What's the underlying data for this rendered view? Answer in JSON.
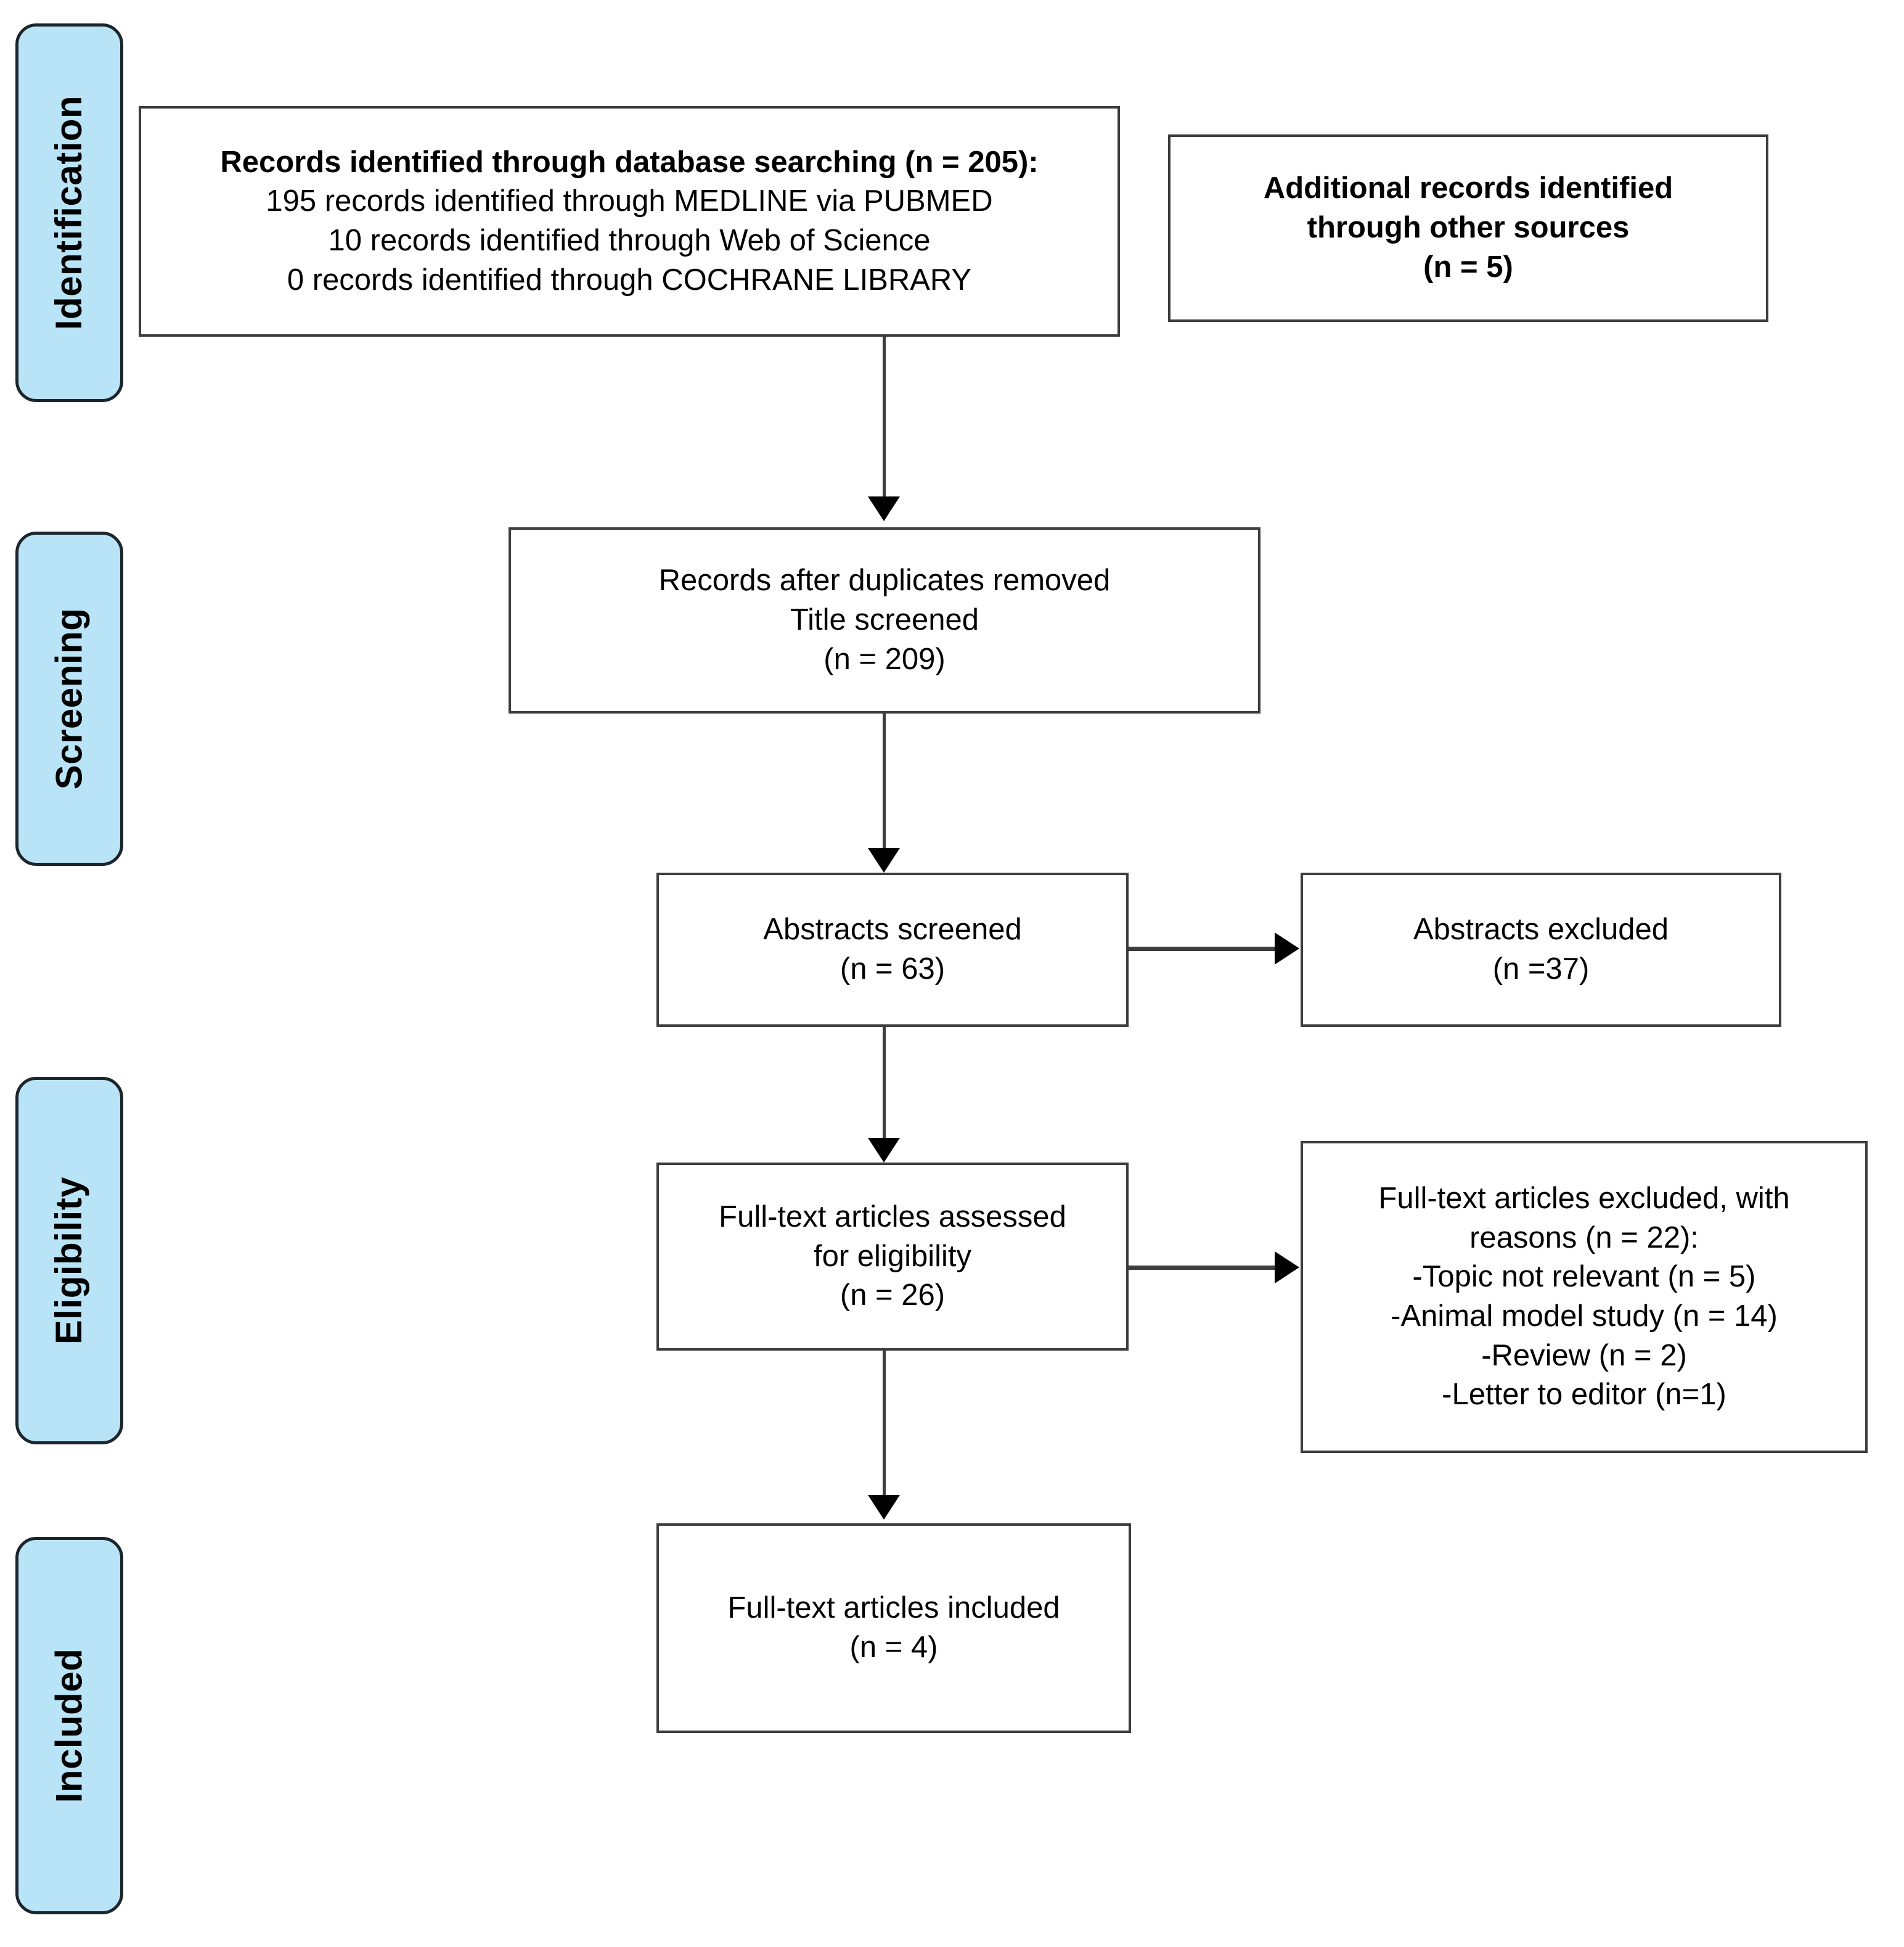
{
  "diagram": {
    "title": "PRISMA flow diagram",
    "accent_color": "#b9e4f7",
    "border_color": "#3d3d3d",
    "label_border_color": "#1d252b"
  },
  "stages": [
    {
      "id": "identification",
      "label": "Identification"
    },
    {
      "id": "screening",
      "label": "Screening"
    },
    {
      "id": "eligibility",
      "label": "Eligibility"
    },
    {
      "id": "included",
      "label": "Included"
    }
  ],
  "boxes": {
    "database_search": {
      "lines": [
        "Records identified through database searching (n = 205):",
        "195 records identified through MEDLINE via PUBMED",
        "10 records identified through Web of Science",
        "0 records identified through COCHRANE LIBRARY"
      ]
    },
    "other_sources": {
      "lines": [
        "Additional records identified",
        "through other sources",
        "(n = 5)"
      ]
    },
    "duplicates_removed": {
      "lines": [
        "Records after duplicates removed",
        "Title screened",
        "(n = 209)"
      ]
    },
    "abstracts_screened": {
      "lines": [
        "Abstracts screened",
        "(n = 63)"
      ]
    },
    "abstracts_excluded": {
      "lines": [
        "Abstracts excluded",
        "(n =37)"
      ]
    },
    "fulltext_assessed": {
      "lines": [
        "Full-text articles assessed",
        "for eligibility",
        "(n = 26)"
      ]
    },
    "fulltext_excluded": {
      "lines": [
        "Full-text articles excluded, with",
        "reasons (n = 22):",
        "-Topic not relevant (n = 5)",
        "-Animal model study (n = 14)",
        "-Review (n = 2)",
        "-Letter to editor (n=1)"
      ]
    },
    "fulltext_included": {
      "lines": [
        "Full-text articles included",
        "(n = 4)"
      ]
    }
  },
  "chart_data": {
    "type": "diagram",
    "title": "PRISMA flow diagram",
    "nodes": [
      {
        "id": "database_search",
        "stage": "Identification",
        "n": 205,
        "detail": {
          "MEDLINE via PUBMED": 195,
          "Web of Science": 10,
          "COCHRANE LIBRARY": 0
        }
      },
      {
        "id": "other_sources",
        "stage": "Identification",
        "n": 5
      },
      {
        "id": "duplicates_removed",
        "stage": "Screening",
        "n": 209
      },
      {
        "id": "abstracts_screened",
        "stage": "Screening",
        "n": 63
      },
      {
        "id": "abstracts_excluded",
        "stage": "Screening",
        "n": 37
      },
      {
        "id": "fulltext_assessed",
        "stage": "Eligibility",
        "n": 26
      },
      {
        "id": "fulltext_excluded",
        "stage": "Eligibility",
        "n": 22,
        "reasons": {
          "Topic not relevant": 5,
          "Animal model study": 14,
          "Review": 2,
          "Letter to editor": 1
        }
      },
      {
        "id": "fulltext_included",
        "stage": "Included",
        "n": 4
      }
    ],
    "edges": [
      {
        "from": "database_search",
        "to": "duplicates_removed",
        "direction": "down"
      },
      {
        "from": "duplicates_removed",
        "to": "abstracts_screened",
        "direction": "down"
      },
      {
        "from": "abstracts_screened",
        "to": "abstracts_excluded",
        "direction": "right"
      },
      {
        "from": "abstracts_screened",
        "to": "fulltext_assessed",
        "direction": "down"
      },
      {
        "from": "fulltext_assessed",
        "to": "fulltext_excluded",
        "direction": "right"
      },
      {
        "from": "fulltext_assessed",
        "to": "fulltext_included",
        "direction": "down"
      }
    ]
  }
}
